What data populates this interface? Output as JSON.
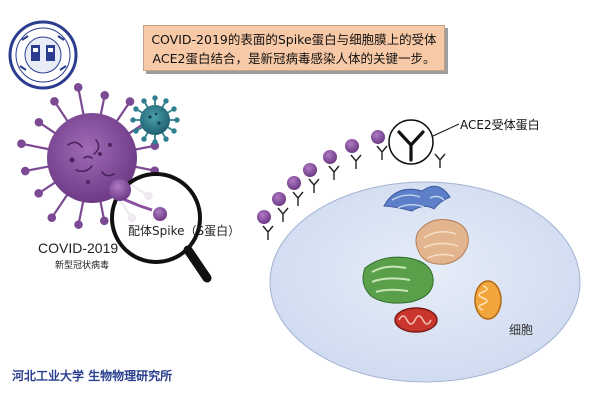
{
  "title_box": {
    "line1": "COVID-2019的表面的Spike蛋白与细胞膜上的受体",
    "line2": "ACE2蛋白结合，是新冠病毒感染人体的关键一步。"
  },
  "labels": {
    "covid": "COVID-2019",
    "covid_cn": "新型冠状病毒",
    "ligand": "配体Spike（S蛋白）",
    "ace2": "ACE2受体蛋白",
    "cell": "细胞"
  },
  "footer": "河北工业大学  生物物理研究所",
  "colors": {
    "virus": "#8a4f9e",
    "virus_small": "#2f7f8f",
    "cell_fill": "#dde6f5",
    "callout_bg": "#f8c9a6",
    "footer_text": "#2a3f8f"
  }
}
